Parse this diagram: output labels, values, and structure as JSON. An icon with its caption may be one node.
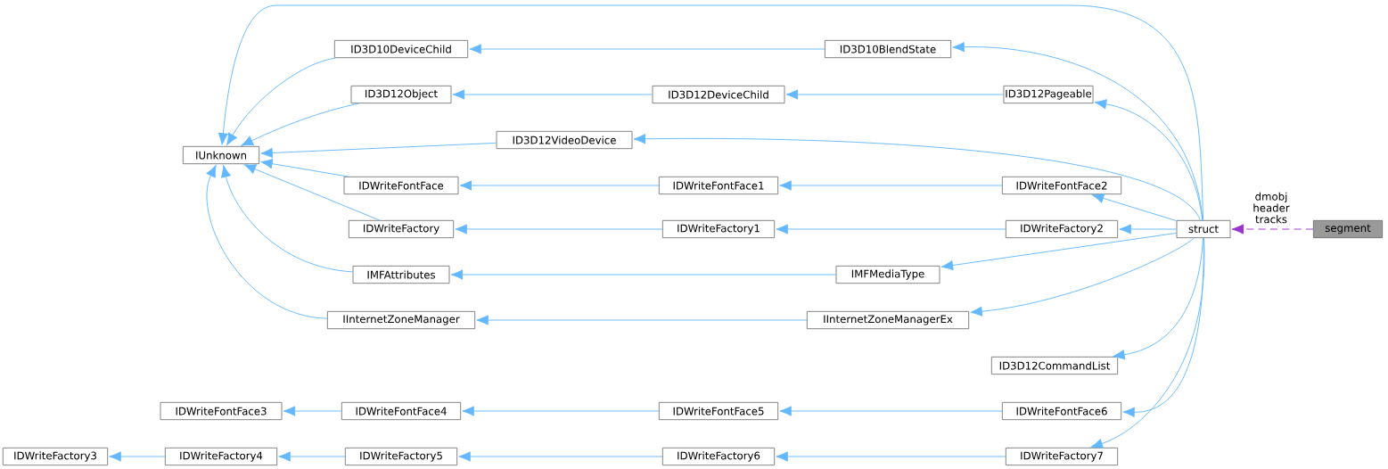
{
  "diagram": {
    "nodes": [
      {
        "text": [
          "segment"
        ]
      },
      {
        "text": [
          "struct"
        ]
      },
      {
        "text": [
          "ID3D10BlendState"
        ]
      },
      {
        "text": [
          "ID3D12Pageable"
        ]
      },
      {
        "text": [
          "ID3D12VideoDevice"
        ]
      },
      {
        "text": [
          "IDWriteFontFace2"
        ]
      },
      {
        "text": [
          "IDWriteFactory2"
        ]
      },
      {
        "text": [
          "IMFMediaType"
        ]
      },
      {
        "text": [
          "IInternetZoneManagerEx"
        ]
      },
      {
        "text": [
          "ID3D12CommandList"
        ]
      },
      {
        "text": [
          "IDWriteFontFace6"
        ]
      },
      {
        "text": [
          "IDWriteFactory7"
        ]
      },
      {
        "text": [
          "IUnknown"
        ]
      },
      {
        "text": [
          "ID3D10DeviceChild"
        ]
      },
      {
        "text": [
          "ID3D12Object"
        ]
      },
      {
        "text": [
          "ID3D12DeviceChild"
        ]
      },
      {
        "text": [
          "IDWriteFontFace"
        ]
      },
      {
        "text": [
          "IDWriteFontFace1"
        ]
      },
      {
        "text": [
          "IDWriteFactory"
        ]
      },
      {
        "text": [
          "IDWriteFactory1"
        ]
      },
      {
        "text": [
          "IMFAttributes"
        ]
      },
      {
        "text": [
          "IInternetZoneManager"
        ]
      },
      {
        "text": [
          "IDWriteFontFace3"
        ]
      },
      {
        "text": [
          "IDWriteFontFace4"
        ]
      },
      {
        "text": [
          "IDWriteFontFace5"
        ]
      },
      {
        "text": [
          "IDWriteFactory3"
        ]
      },
      {
        "text": [
          "IDWriteFactory4"
        ]
      },
      {
        "text": [
          "IDWriteFactory5"
        ]
      },
      {
        "text": [
          "IDWriteFactory6"
        ]
      }
    ],
    "edges": [
      {
        "from": 0,
        "to": 1,
        "arrow": "to",
        "label": "dmobj header tracks",
        "style": "dashed",
        "color": "#9a32cd"
      },
      {
        "from": 1,
        "to": 12,
        "arrow": "to"
      },
      {
        "from": 1,
        "to": 2,
        "arrow": "to"
      },
      {
        "from": 1,
        "to": 3,
        "arrow": "to"
      },
      {
        "from": 1,
        "to": 4,
        "arrow": "to"
      },
      {
        "from": 1,
        "to": 5,
        "arrow": "to"
      },
      {
        "from": 1,
        "to": 6,
        "arrow": "to"
      },
      {
        "from": 1,
        "to": 7,
        "arrow": "to"
      },
      {
        "from": 1,
        "to": 8,
        "arrow": "to"
      },
      {
        "from": 1,
        "to": 9,
        "arrow": "to"
      },
      {
        "from": 1,
        "to": 10,
        "arrow": "to"
      },
      {
        "from": 1,
        "to": 11,
        "arrow": "to"
      },
      {
        "from": 2,
        "to": 13,
        "arrow": "to"
      },
      {
        "from": 13,
        "to": 12,
        "arrow": "to"
      },
      {
        "from": 3,
        "to": 15,
        "arrow": "to"
      },
      {
        "from": 15,
        "to": 14,
        "arrow": "to"
      },
      {
        "from": 14,
        "to": 12,
        "arrow": "to"
      },
      {
        "from": 4,
        "to": 12,
        "arrow": "to"
      },
      {
        "from": 5,
        "to": 17,
        "arrow": "to"
      },
      {
        "from": 17,
        "to": 16,
        "arrow": "to"
      },
      {
        "from": 16,
        "to": 12,
        "arrow": "to"
      },
      {
        "from": 6,
        "to": 19,
        "arrow": "to"
      },
      {
        "from": 19,
        "to": 18,
        "arrow": "to"
      },
      {
        "from": 18,
        "to": 12,
        "arrow": "to"
      },
      {
        "from": 7,
        "to": 20,
        "arrow": "to"
      },
      {
        "from": 20,
        "to": 12,
        "arrow": "to"
      },
      {
        "from": 8,
        "to": 21,
        "arrow": "to"
      },
      {
        "from": 21,
        "to": 12,
        "arrow": "to"
      },
      {
        "from": 10,
        "to": 24,
        "arrow": "to"
      },
      {
        "from": 24,
        "to": 23,
        "arrow": "to"
      },
      {
        "from": 23,
        "to": 22,
        "arrow": "to"
      },
      {
        "from": 11,
        "to": 28,
        "arrow": "to"
      },
      {
        "from": 28,
        "to": 27,
        "arrow": "to"
      },
      {
        "from": 27,
        "to": 26,
        "arrow": "to"
      },
      {
        "from": 26,
        "to": 25,
        "arrow": "to"
      }
    ]
  }
}
